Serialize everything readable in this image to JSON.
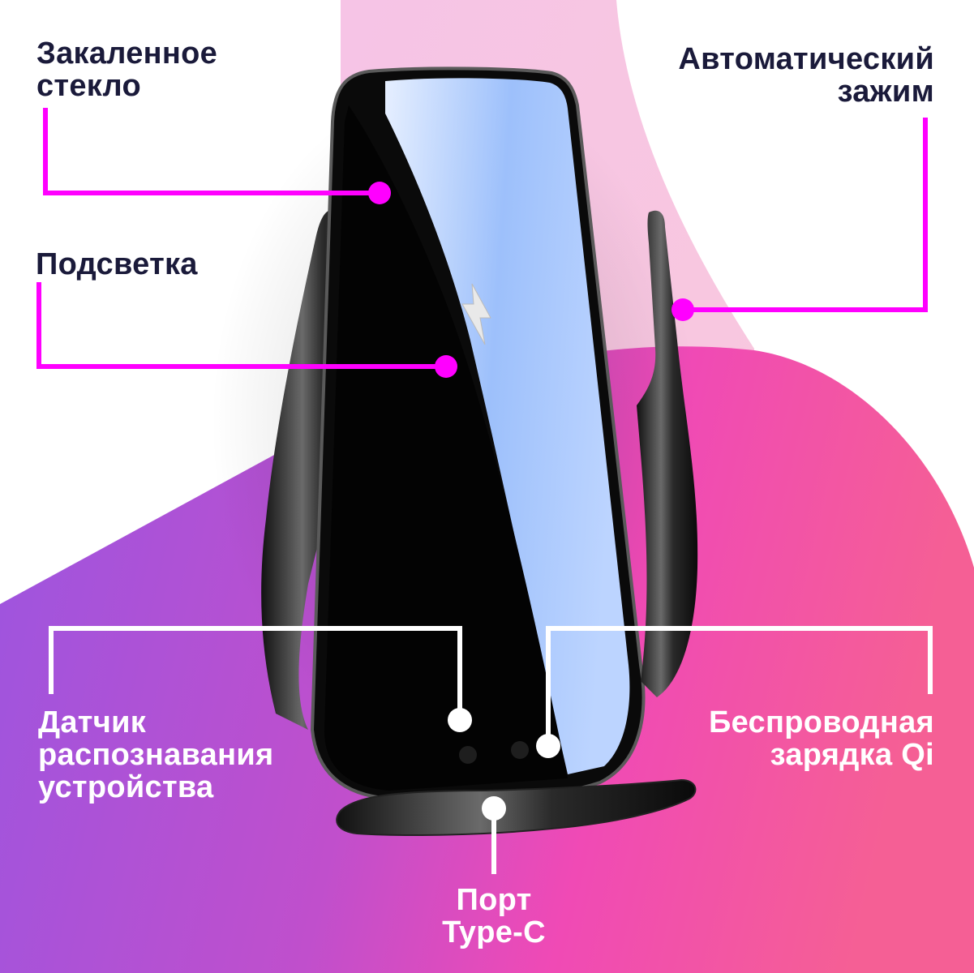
{
  "colors": {
    "background": "#ffffff",
    "text_dark": "#1a1a3a",
    "text_light": "#ffffff",
    "callout_magenta": "#ff00ff",
    "callout_white": "#ffffff",
    "blob_pink": "#f8c6e2",
    "gradient_purple": "#9b55e0",
    "gradient_magenta": "#e94bbd",
    "gradient_pink": "#f55f95",
    "glass_blue": "#9dc0fb",
    "holder_black": "#050505"
  },
  "product": {
    "name": "wireless-car-phone-holder",
    "icon": "lightning-bolt-icon"
  },
  "callouts": [
    {
      "id": "tempered-glass",
      "label": "Закаленное\nстекло",
      "line_color": "magenta",
      "position": "top-left"
    },
    {
      "id": "auto-clamp",
      "label": "Автоматический\nзажим",
      "line_color": "magenta",
      "position": "top-right"
    },
    {
      "id": "backlight",
      "label": "Подсветка",
      "line_color": "magenta",
      "position": "middle-left"
    },
    {
      "id": "device-sensor",
      "label": "Датчик\nраспознавания\nустройства",
      "line_color": "white",
      "position": "bottom-left"
    },
    {
      "id": "qi-charging",
      "label": "Беспроводная\nзарядка Qi",
      "line_color": "white",
      "position": "bottom-right"
    },
    {
      "id": "type-c-port",
      "label": "Порт\nType-C",
      "line_color": "white",
      "position": "bottom-center"
    }
  ]
}
